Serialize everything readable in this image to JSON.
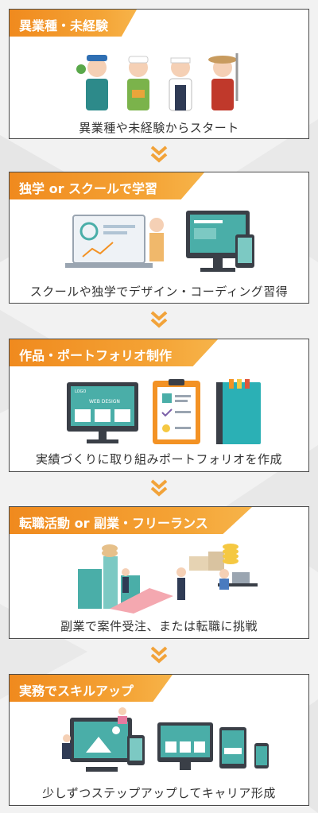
{
  "steps": [
    {
      "title": "異業種・未経験",
      "caption": "異業種や未経験からスタート"
    },
    {
      "title": "独学 or スクールで学習",
      "caption": "スクールや独学でデザイン・コーディング習得"
    },
    {
      "title": "作品・ポートフォリオ制作",
      "caption": "実績づくりに取り組みポートフォリオを作成"
    },
    {
      "title": "転職活動 or 副業・フリーランス",
      "caption": "副業で案件受注、または転職に挑戦"
    },
    {
      "title": "実務でスキルアップ",
      "caption": "少しずつステップアップしてキャリア形成"
    }
  ],
  "mockups": {
    "web_design": "WEB DESIGN",
    "logo": "LOGO"
  },
  "colors": {
    "accent": "#f39224",
    "teal": "#4aaea8",
    "dark": "#3a3f47",
    "chevron": "#f2a33a"
  }
}
